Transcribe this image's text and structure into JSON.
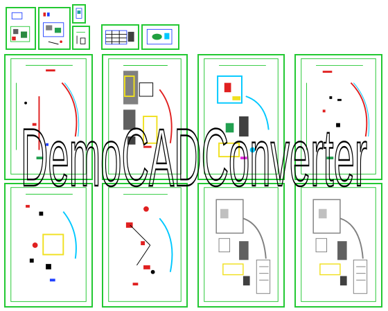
{
  "watermark": {
    "text": "DemoCADConverter",
    "color": "#000000"
  },
  "colors": {
    "frame": "#22c832",
    "wall_red": "#e02020",
    "cyan": "#00c8ff",
    "yellow": "#f0e020",
    "gray": "#808080",
    "magenta": "#e030e0",
    "blue": "#2040ff"
  },
  "sheets": {
    "row1": [
      "plan-a",
      "plan-b",
      "plan-c",
      "plan-d"
    ],
    "row2": [
      "plan-e",
      "plan-f",
      "plan-g",
      "plan-h"
    ]
  },
  "thumbnails": [
    "thumb-1",
    "thumb-2",
    "thumb-3",
    "thumb-4",
    "thumb-5",
    "thumb-6"
  ]
}
